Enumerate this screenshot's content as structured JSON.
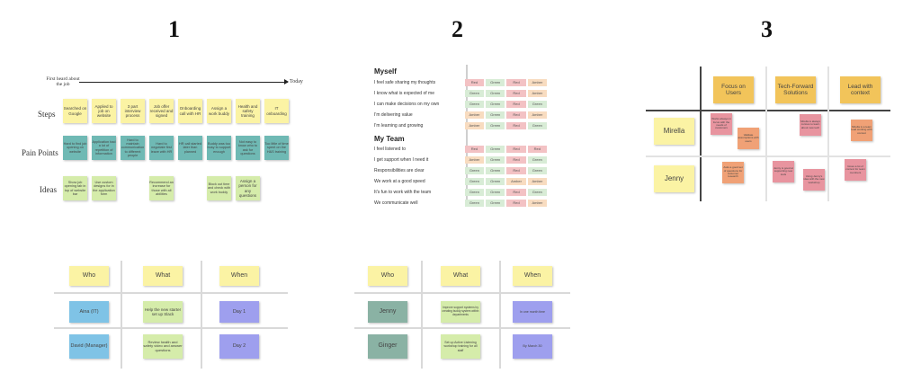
{
  "panels": {
    "p1": {
      "number": "1",
      "timeline_start": "First heard about the job",
      "timeline_end": "Today",
      "rows": {
        "steps": "Steps",
        "pain": "Pain Points",
        "ideas": "Ideas"
      },
      "steps": [
        "Searched on Google",
        "Applied to job on website",
        "3 part interview process",
        "Job offer received and signed",
        "Onboarding call with HR",
        "Assign a work buddy",
        "Health and safety training",
        "IT onboarding"
      ],
      "pain_points": [
        "Hard to find job opening on website",
        "Application had a lot of repetition of information",
        "Hard to maintain communication to different people",
        "Hard to negotiate first leave with HR",
        "HR call started later than planned",
        "Buddy was too busy to support enough",
        "Not easy to know who to ask for questions",
        "Too little of time spent on the H&S training"
      ],
      "ideas": [
        "Show job opening tab in top of website bar",
        "Use custom designs for in the application form",
        "",
        "Recommend an increase for those with all abilities",
        "",
        "Block out time and check with work buddy",
        "Assign a person for any questions",
        ""
      ]
    },
    "p2": {
      "number": "2",
      "myself": {
        "title": "Myself",
        "rows": [
          {
            "q": "I feel safe sharing my thoughts",
            "v": [
              "Red",
              "Green",
              "Red",
              "Amber"
            ]
          },
          {
            "q": "I know what is expected of me",
            "v": [
              "Green",
              "Green",
              "Red",
              "Amber"
            ]
          },
          {
            "q": "I can make decisions on my own",
            "v": [
              "Green",
              "Green",
              "Red",
              "Green"
            ]
          },
          {
            "q": "I'm delivering value",
            "v": [
              "Amber",
              "Green",
              "Red",
              "Amber"
            ]
          },
          {
            "q": "I'm learning and growing",
            "v": [
              "Amber",
              "Green",
              "Red",
              "Green"
            ]
          }
        ]
      },
      "team": {
        "title": "My Team",
        "rows": [
          {
            "q": "I feel listened to",
            "v": [
              "Red",
              "Green",
              "Red",
              "Red"
            ]
          },
          {
            "q": "I get support when I need it",
            "v": [
              "Amber",
              "Green",
              "Red",
              "Green"
            ]
          },
          {
            "q": "Responsibilities are clear",
            "v": [
              "Green",
              "Green",
              "Red",
              "Green"
            ]
          },
          {
            "q": "We work at a good speed",
            "v": [
              "Green",
              "Green",
              "Amber",
              "Amber"
            ]
          },
          {
            "q": "It's fun to work with the team",
            "v": [
              "Green",
              "Green",
              "Red",
              "Green"
            ]
          },
          {
            "q": "We communicate well",
            "v": [
              "Green",
              "Green",
              "Red",
              "Amber"
            ]
          }
        ]
      }
    },
    "p3": {
      "number": "3",
      "columns": [
        "Focus on Users",
        "Tech-Forward Solutions",
        "Lead with context"
      ],
      "people": [
        "Mirella",
        "Jenny"
      ],
      "notes": {
        "m1a": "Works always in focus with the needs of customers",
        "m1b": "Validate assumptions with users",
        "m2": "Mirella is always curious to learn about new tech",
        "m3": "Mirella is a team lead working with context",
        "j1": "Asks a good set of questions for customer research",
        "j2a": "Jenny is good at supporting new tools",
        "j2b": "Using Jenny's idea with the new workshop",
        "j3": "Gives a lot of context for team members"
      }
    },
    "p4": {
      "headers": [
        "Who",
        "What",
        "When"
      ],
      "rows": [
        {
          "who": "Aina (IT)",
          "what": "Help the new starter set up Slack",
          "when": "Day 1"
        },
        {
          "who": "David (Manager)",
          "what": "Review health and safety video and answer questions",
          "when": "Day 2"
        }
      ]
    },
    "p5": {
      "headers": [
        "Who",
        "What",
        "When"
      ],
      "rows": [
        {
          "who": "Jenny",
          "what": "Improve support systems by creating buddy system within departments",
          "when": "In one month time"
        },
        {
          "who": "Ginger",
          "what": "Set up Active Listening workshop training for all staff",
          "when": "By March 30"
        }
      ]
    }
  }
}
